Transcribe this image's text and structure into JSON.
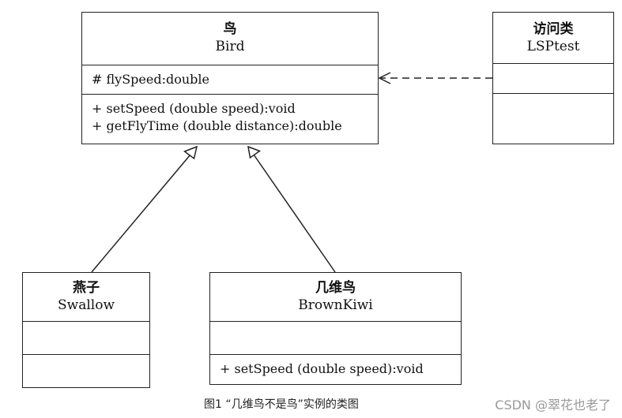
{
  "classes": {
    "bird": {
      "name_cn": "鸟",
      "name_en": "Bird",
      "attributes": [
        "# flySpeed:double"
      ],
      "operations": [
        "+ setSpeed (double speed):void",
        "+ getFlyTime (double distance):double"
      ]
    },
    "lsptest": {
      "name_cn": "访问类",
      "name_en": "LSPtest"
    },
    "swallow": {
      "name_cn": "燕子",
      "name_en": "Swallow"
    },
    "brownkiwi": {
      "name_cn": "几维鸟",
      "name_en": "BrownKiwi",
      "operations": [
        "+ setSpeed (double speed):void"
      ]
    }
  },
  "caption": "图1 “几维鸟不是鸟”实例的类图",
  "watermark": "CSDN @翠花也老了"
}
